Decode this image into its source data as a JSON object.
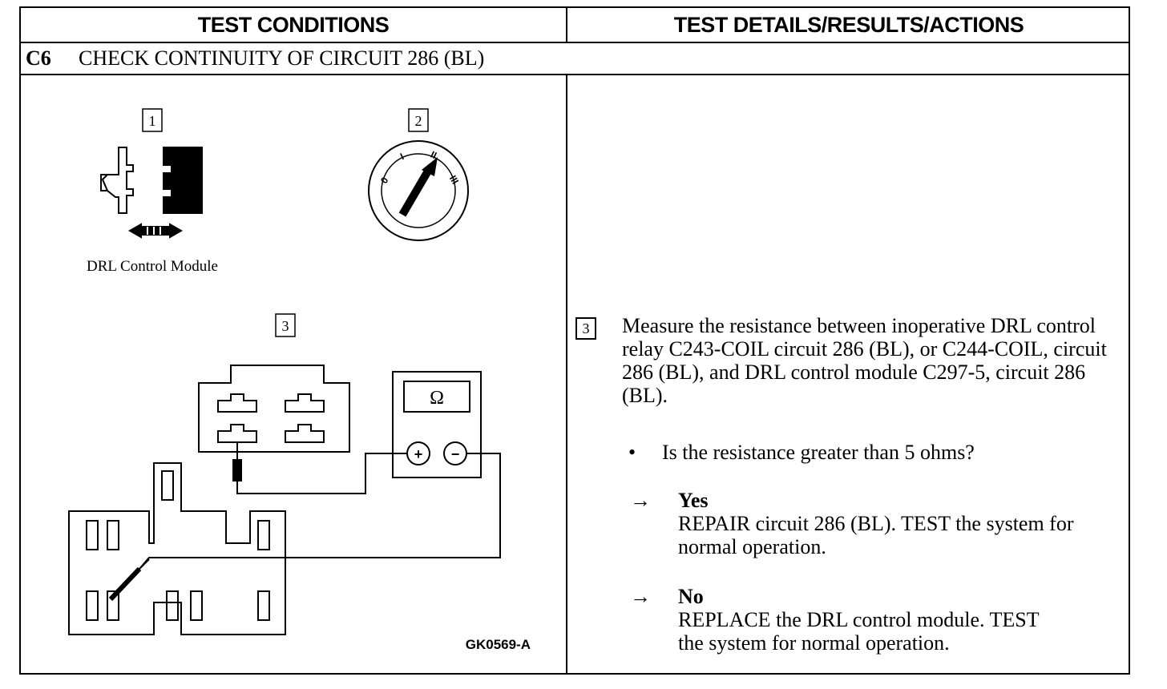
{
  "table": {
    "header_left": "TEST CONDITIONS",
    "header_right": "TEST DETAILS/RESULTS/ACTIONS",
    "step_id": "C6",
    "step_title": "CHECK CONTINUITY OF CIRCUIT 286 (BL)"
  },
  "diagram": {
    "step1_number": "1",
    "step2_number": "2",
    "step3_number": "3",
    "module_caption": "DRL Control Module",
    "meter_symbol": "Ω",
    "plus_symbol": "+",
    "minus_symbol": "−",
    "switch_label_0": "0",
    "switch_label_1": "I",
    "switch_label_2": "II",
    "switch_label_3": "III",
    "figure_code": "GK0569-A"
  },
  "details": {
    "step_number": "3",
    "instruction": "Measure the resistance between inoperative DRL control relay C243-COIL circuit 286 (BL), or C244-COIL, circuit 286 (BL), and DRL control module C297-5, circuit 286 (BL).",
    "bullet": "•",
    "question": "Is the resistance greater than 5 ohms?",
    "arrow": "→",
    "yes_label": "Yes",
    "yes_action": "REPAIR circuit 286 (BL). TEST the system for normal operation.",
    "no_label": "No",
    "no_action": "REPLACE the DRL control module. TEST the system for normal operation."
  }
}
